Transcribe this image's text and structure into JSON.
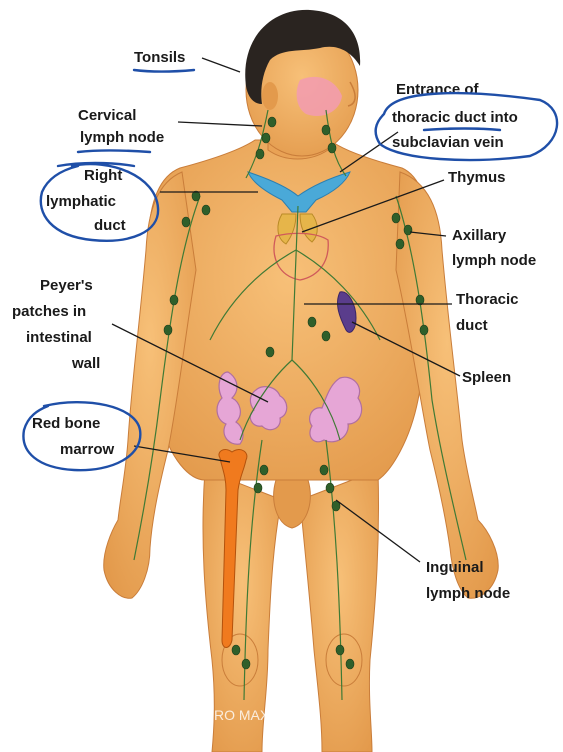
{
  "labels": {
    "tonsils": "Tonsils",
    "cervical_1": "Cervical",
    "cervical_2": "lymph node",
    "entrance_1": "Entrance of",
    "entrance_2": "thoracic duct into",
    "entrance_3": "subclavian vein",
    "right_1": "Right",
    "right_2": "lymphatic",
    "right_3": "duct",
    "thymus": "Thymus",
    "axillary_1": "Axillary",
    "axillary_2": "lymph node",
    "peyers_1": "Peyer's",
    "peyers_2": "patches in",
    "peyers_3": "intestinal",
    "peyers_4": "wall",
    "thoracic_1": "Thoracic",
    "thoracic_2": "duct",
    "spleen": "Spleen",
    "marrow_1": "Red bone",
    "marrow_2": "marrow",
    "inguinal_1": "Inguinal",
    "inguinal_2": "lymph node"
  },
  "watermark": "RO MAX",
  "colors": {
    "skin": "#f2b05e",
    "skin_shade": "#e09348",
    "hair": "#2a2420",
    "vessel": "#3f7a35",
    "node": "#2f5f2a",
    "intestine": "#e6a6d6",
    "spleen": "#5a3d8c",
    "thymus": "#e6b54a",
    "subclavian": "#4aa9d8",
    "marrow": "#f07a1e",
    "annotation_ink": "#1f4fa8"
  }
}
